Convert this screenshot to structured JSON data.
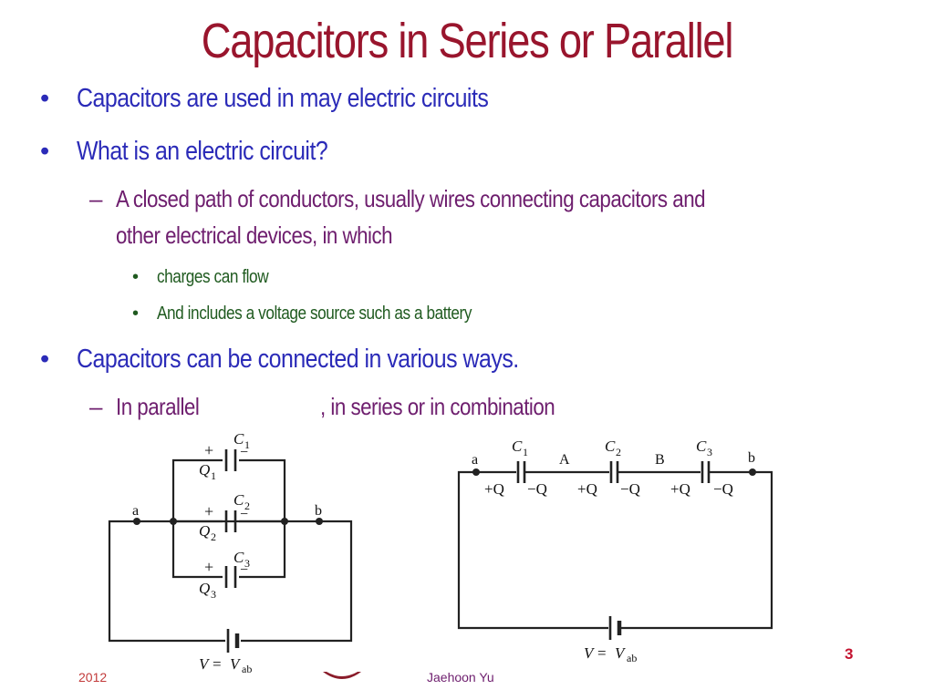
{
  "slide": {
    "title": "Capacitors in Series or Parallel",
    "bullets": [
      {
        "text": "Capacitors are used in may electric circuits"
      },
      {
        "text": "What is an electric circuit?",
        "sub": [
          {
            "text_line1": "A closed path of conductors, usually wires connecting capacitors and",
            "text_line2": "other electrical devices, in which",
            "sub": [
              "charges can flow",
              "And includes a voltage source such as a battery"
            ]
          }
        ]
      },
      {
        "text": "Capacitors can be connected in various ways.",
        "sub": [
          {
            "part1": "In parallel",
            "part2": ", in series or in combination"
          }
        ]
      }
    ],
    "bullet_marker": "•",
    "dash_marker": "–",
    "page_number": "3",
    "footer_left": "2012",
    "footer_center": "Jaehoon Yu"
  },
  "parallel_circuit": {
    "labels": {
      "a": "a",
      "b": "b",
      "c1": "C",
      "c1_sub": "1",
      "c2": "C",
      "c2_sub": "2",
      "c3": "C",
      "c3_sub": "3",
      "q1": "Q",
      "q1_sub": "1",
      "q2": "Q",
      "q2_sub": "2",
      "q3": "Q",
      "q3_sub": "3",
      "plus": "+",
      "minus": "−",
      "v_lhs": "V",
      "v_eq": " = ",
      "v_rhs": "V",
      "v_sub": "ab"
    }
  },
  "series_circuit": {
    "labels": {
      "a": "a",
      "A": "A",
      "B": "B",
      "b": "b",
      "c1": "C",
      "c1_sub": "1",
      "c2": "C",
      "c2_sub": "2",
      "c3": "C",
      "c3_sub": "3",
      "plusq": "+Q",
      "minusq": "−Q",
      "plus": "+",
      "minus": "−",
      "q": "Q",
      "v_lhs": "V",
      "v_eq": " = ",
      "v_rhs": "V",
      "v_sub": "ab"
    }
  }
}
